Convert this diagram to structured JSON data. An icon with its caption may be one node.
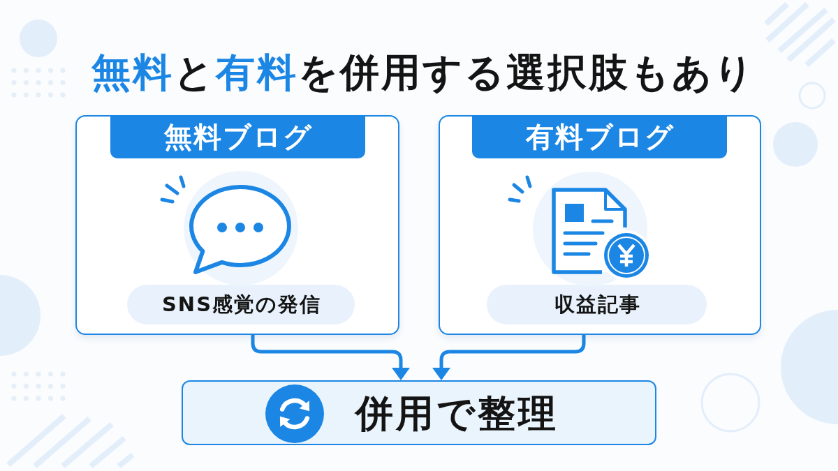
{
  "diagram": {
    "title": "**無料**と**有料**を併用する選択肢もあり",
    "nodes": [
      {
        "text": [],
        "shape": "box"
      },
      {
        "text": [
          "無料ブログ"
        ],
        "in": 0
      },
      {
        "text": [
          "SNS感覚の発信"
        ],
        "in": 0
      },
      {
        "text": [],
        "shape": "box"
      },
      {
        "text": [
          "有料ブログ"
        ],
        "in": 3
      },
      {
        "text": [
          "収益記事"
        ],
        "in": 3
      },
      {
        "text": [
          "併用で整理"
        ]
      }
    ],
    "edges": [
      {
        "from": 0,
        "to": 6,
        "arrow": "to"
      },
      {
        "from": 3,
        "to": 6,
        "arrow": "to"
      }
    ]
  }
}
